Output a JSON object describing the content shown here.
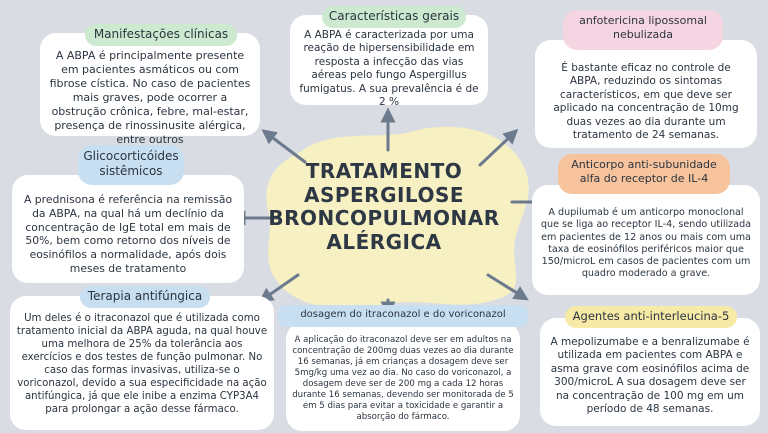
{
  "center": {
    "title_lines": [
      "TRATAMENTO",
      "ASPERGILOSE",
      "BRONCOPULMONAR",
      "ALÉRGICA"
    ]
  },
  "manifestacoes": {
    "title": "Manifestações clínicas",
    "text": "A ABPA é principalmente presente em pacientes asmáticos ou com fibrose cística. No caso de pacientes mais graves, pode ocorrer a obstrução crônica, febre, mal-estar, presença de rinossinusite alérgica, entre outros"
  },
  "caracteristicas": {
    "title": "Características gerais",
    "text": "A ABPA é caracterizada por uma reação de hipersensibilidade em resposta a infecção das vias aéreas pelo fungo Aspergillus fumigatus. A sua prevalência é de 2 %"
  },
  "anfotericina": {
    "title_lines": [
      "anfotericina lipossomal",
      "nebulizada"
    ],
    "text": "É bastante eficaz no controle de ABPA, reduzindo os sintomas característicos, em que deve ser aplicado na concentração de 10mg duas vezes ao dia durante um tratamento de 24 semanas."
  },
  "glicocorticoides": {
    "title_lines": [
      "Glicocorticóides",
      "sistêmicos"
    ],
    "text": "A prednisona é referência na remissão da ABPA, na qual há um declínio da concentração de IgE total em mais de 50%, bem como retorno dos níveis de eosinófilos a normalidade, após dois meses de tratamento"
  },
  "anticorpo": {
    "title_lines": [
      "Anticorpo anti-subunidade",
      "alfa do receptor de IL-4"
    ],
    "text": "A dupilumab é um anticorpo monoclonal que se liga ao receptor IL-4, sendo utilizada em pacientes de 12 anos ou mais com uma taxa de eosinófilos periféricos maior que 150/microL em casos de pacientes com um quadro moderado a grave."
  },
  "terapia": {
    "title": "Terapia antifúngica",
    "text": "Um deles é o itraconazol que é utilizada como tratamento inicial da ABPA aguda, na qual houve uma melhora de 25% da tolerância aos exercícios e dos testes de função pulmonar. No caso das formas invasivas, utiliza-se o voriconazol, devido a sua especificidade na ação antifúngica, já que ele inibe a enzima CYP3A4 para prolongar a ação desse fármaco."
  },
  "dosagem": {
    "title": "dosagem do itraconazol e do voriconazol",
    "text": "A aplicação do itraconazol deve ser em adultos na concentração de 200mg duas vezes ao dia durante 16 semanas, já em crianças a dosagem deve ser 5mg/kg uma vez ao dia. No caso do voriconazol, a dosagem deve ser de 200 mg a cada 12 horas durante 16 semanas, devendo ser monitorada de 5 em 5 dias para evitar a toxicidade e garantir a absorção do fármaco."
  },
  "il5": {
    "title": "Agentes anti-interleucina-5",
    "text": "A mepolizumabe e a benralizumabe é utilizada em pacientes com ABPA e asma grave com eosinófilos acima de 300/microL A sua dosagem deve ser na concentração de 100 mg em um período de 48 semanas."
  },
  "colors": {
    "background": "#d9dde3",
    "blob": "#f6f0c2",
    "green_tag": "#cde9cf",
    "pink_tag": "#f6d5e2",
    "blue_tag": "#c7dff0",
    "orange_tag": "#f6c39c",
    "yellow_tag": "#f7e9a6",
    "arrow": "#6c7a8d"
  }
}
